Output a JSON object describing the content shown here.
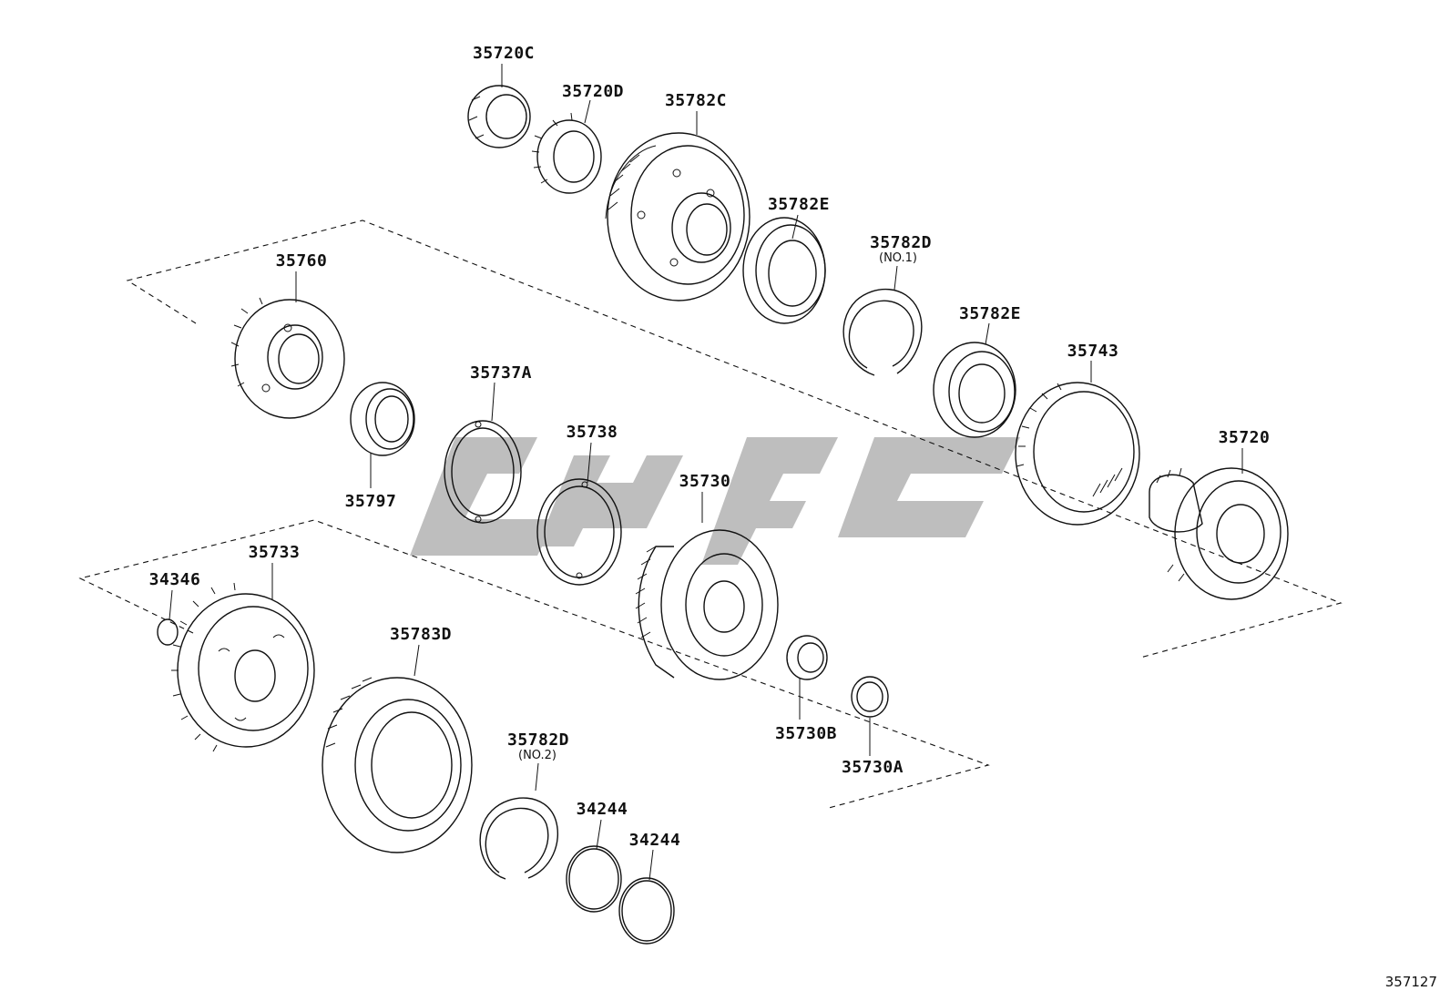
{
  "diagram": {
    "parts": {
      "p_35720C": "35720C",
      "p_35720D": "35720D",
      "p_35782C": "35782C",
      "p_35782E_a": "35782E",
      "p_35782D_no1": "35782D",
      "p_35782E_b": "35782E",
      "p_35743": "35743",
      "p_35720": "35720",
      "p_35760": "35760",
      "p_35797": "35797",
      "p_35737A": "35737A",
      "p_35738": "35738",
      "p_35730": "35730",
      "p_35730B": "35730B",
      "p_35730A": "35730A",
      "p_34346": "34346",
      "p_35733": "35733",
      "p_35783D": "35783D",
      "p_35782D_no2": "35782D",
      "p_34244_a": "34244",
      "p_34244_b": "34244"
    },
    "subnotes": {
      "no1": "(NO.1)",
      "no2": "(NO.2)"
    },
    "figure_number": "357127",
    "watermark_color": "#b3b3b3",
    "line_color": "#111111"
  }
}
